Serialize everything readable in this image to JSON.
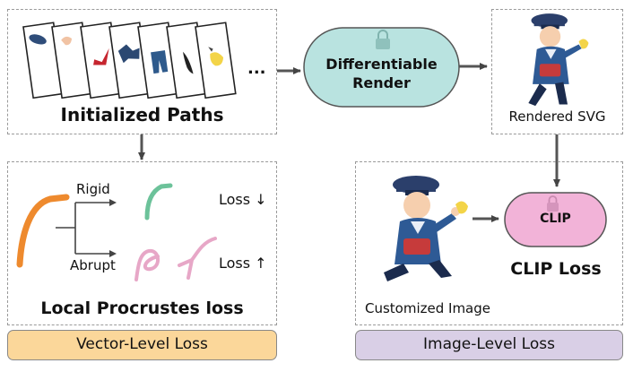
{
  "initialized_paths": {
    "title": "Initialized Paths",
    "ellipsis": "..."
  },
  "render_node": {
    "line1": "Differentiable",
    "line2": "Render"
  },
  "rendered_svg": {
    "label": "Rendered SVG"
  },
  "procrustes": {
    "rigid_label": "Rigid",
    "abrupt_label": "Abrupt",
    "loss_down": "Loss ↓",
    "loss_up": "Loss ↑",
    "title": "Local Procrustes loss"
  },
  "customized_image": {
    "label": "Customized Image"
  },
  "clip": {
    "node_label": "CLIP",
    "loss_title": "CLIP Loss"
  },
  "banners": {
    "vector_level": "Vector-Level Loss",
    "image_level": "Image-Level Loss"
  },
  "colors": {
    "render_fill": "#b9e3e0",
    "clip_fill": "#f2b3d8",
    "vector_banner": "#fbd79a",
    "image_banner": "#d9cfe6",
    "orange_curve": "#ee8a2e",
    "green_curve": "#6cc29a",
    "pink_curve": "#e7a7c7"
  }
}
